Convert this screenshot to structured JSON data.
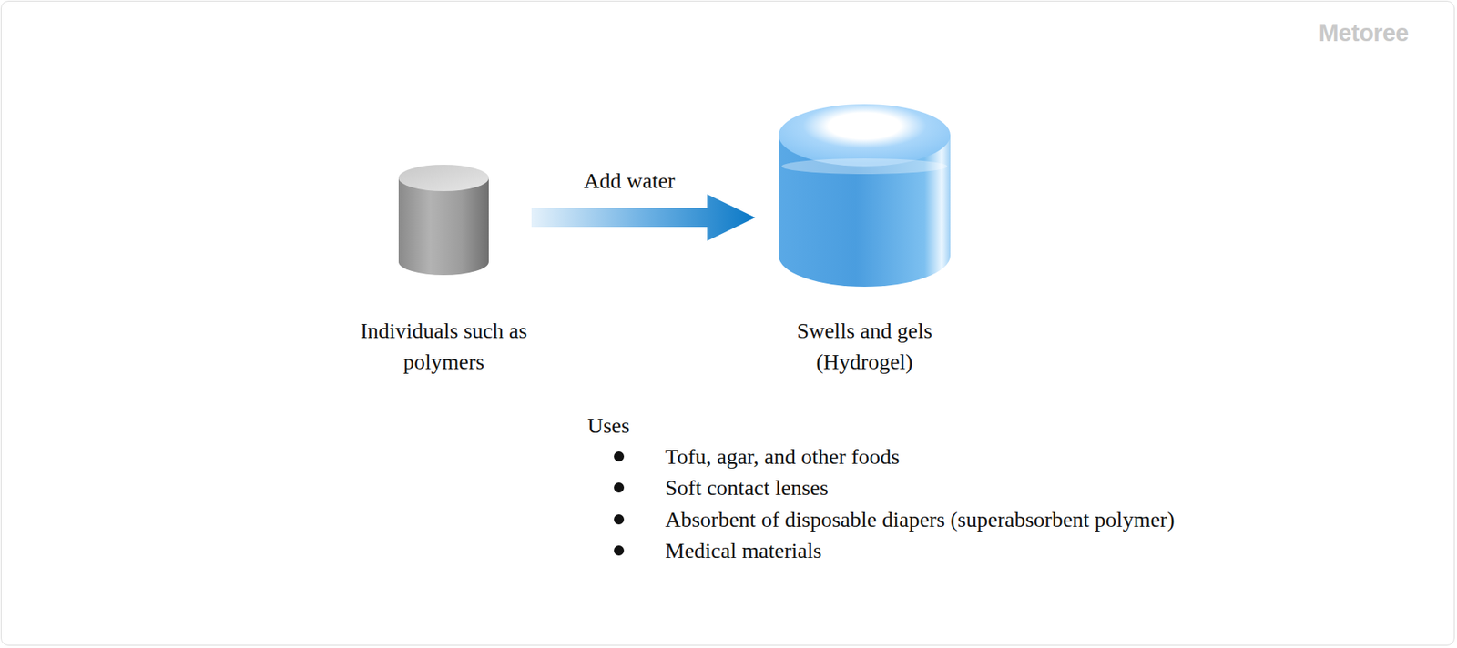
{
  "diagram": {
    "nodes": [
      {
        "text": [
          "Individuals such as polymers"
        ]
      },
      {
        "text": [
          "Swells and gels (Hydrogel)"
        ]
      }
    ],
    "edges": [
      {
        "from": 0,
        "to": 1,
        "label": "Add water",
        "arrow": "to"
      }
    ],
    "labels": [
      "Uses",
      "Tofu, agar, and other foods",
      "Soft contact lenses",
      "Absorbent of disposable diapers (superabsorbent polymer)",
      "Medical materials",
      "Metoree"
    ]
  }
}
